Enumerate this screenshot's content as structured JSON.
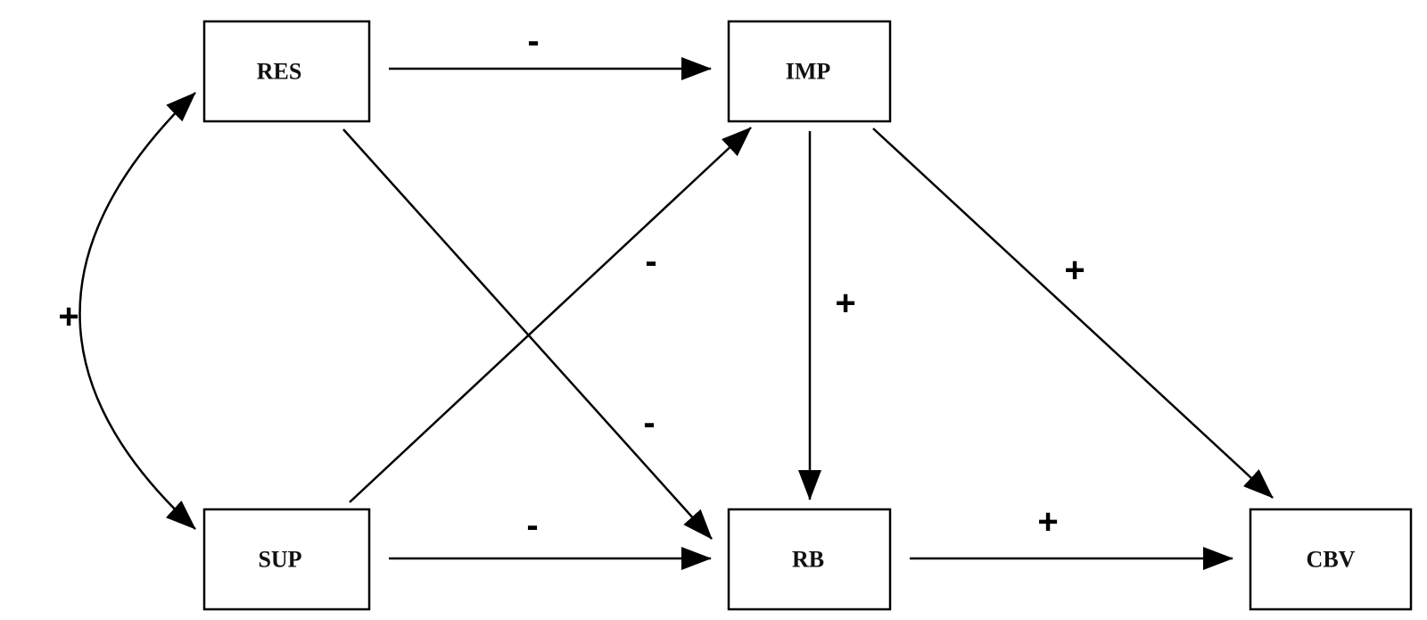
{
  "nodes": {
    "res": "RES",
    "imp": "IMP",
    "sup": "SUP",
    "rb": "RB",
    "cbv": "CBV"
  },
  "edges": {
    "res_imp": "-",
    "res_rb": "-",
    "sup_imp": "-",
    "sup_rb": "-",
    "imp_rb": "+",
    "imp_cbv": "+",
    "rb_cbv": "+",
    "res_sup": "+"
  }
}
